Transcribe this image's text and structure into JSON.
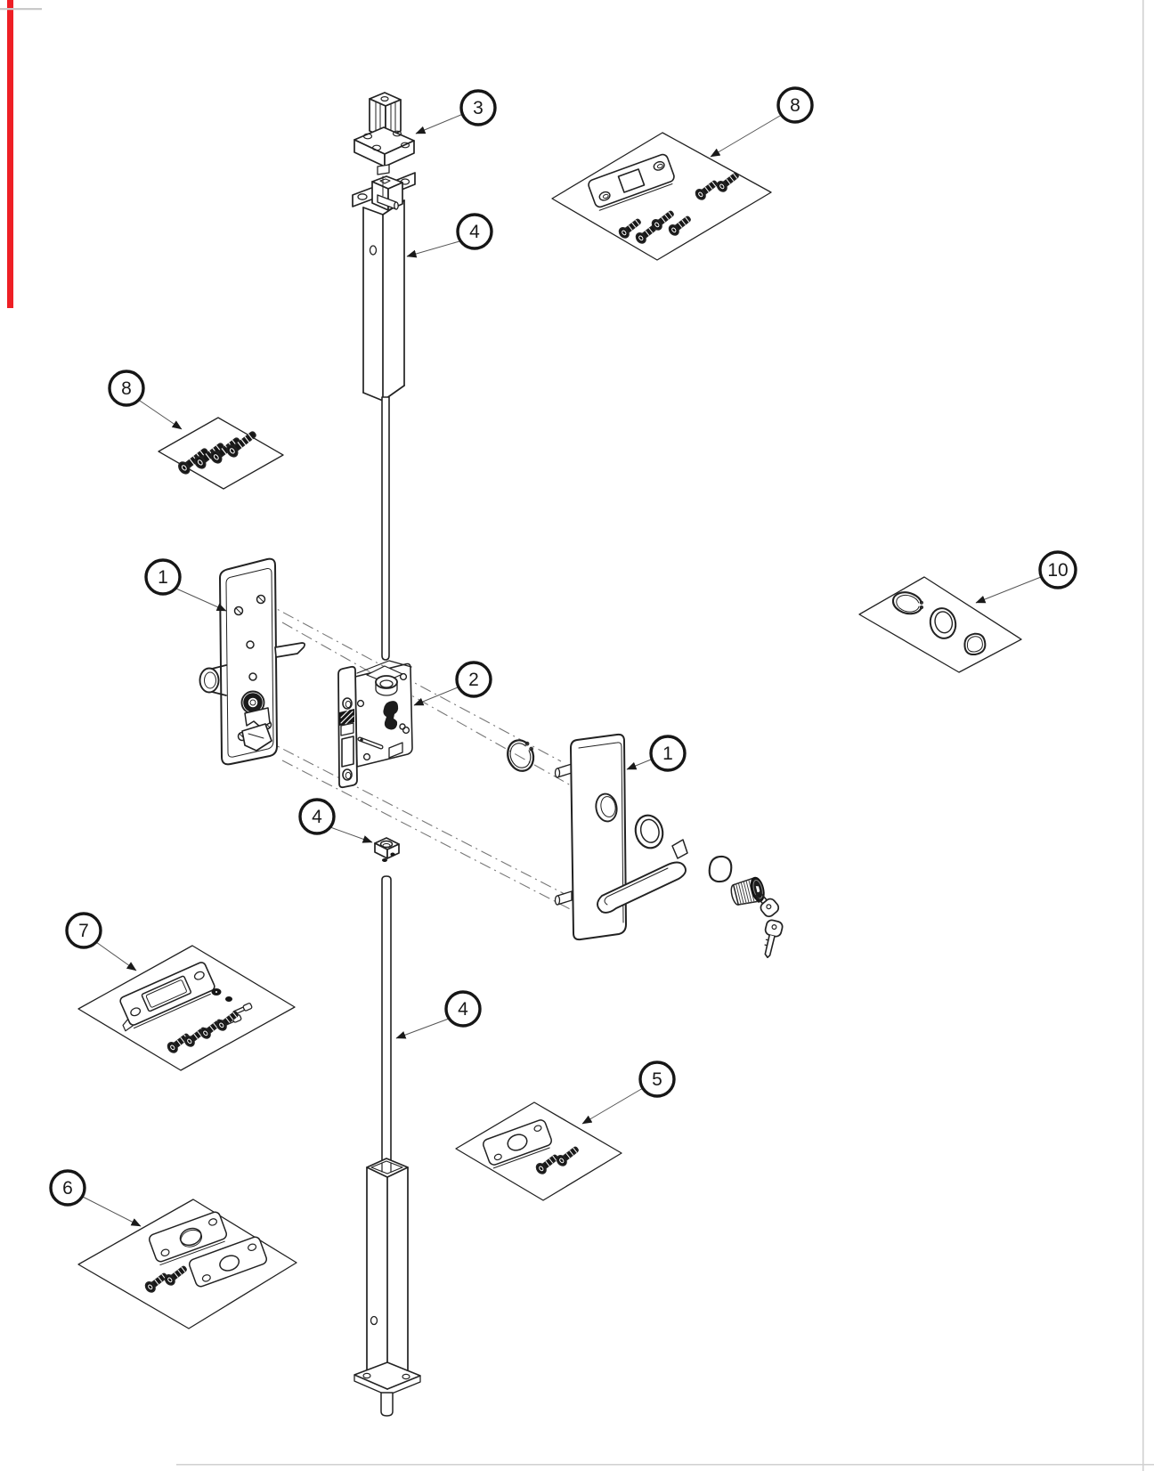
{
  "page": {
    "background": "#ffffff",
    "line_color": "#222222",
    "accent_bar_color": "#ee1f25",
    "border_color": "#d2d2d2"
  },
  "callouts": {
    "top_bolt": {
      "label": "3"
    },
    "strike_kit_top": {
      "label": "8"
    },
    "top_rod": {
      "label": "4"
    },
    "screw_kit_left": {
      "label": "8"
    },
    "inside_escutcheon": {
      "label": "1"
    },
    "lock_body": {
      "label": "2"
    },
    "ring_kit": {
      "label": "10"
    },
    "outside_escutcheon": {
      "label": "1"
    },
    "rod_connector": {
      "label": "4"
    },
    "strike_kit_left": {
      "label": "7"
    },
    "bottom_rod": {
      "label": "4"
    },
    "strike_kit_bottom": {
      "label": "5"
    },
    "plate_kit_bottom": {
      "label": "6"
    }
  }
}
